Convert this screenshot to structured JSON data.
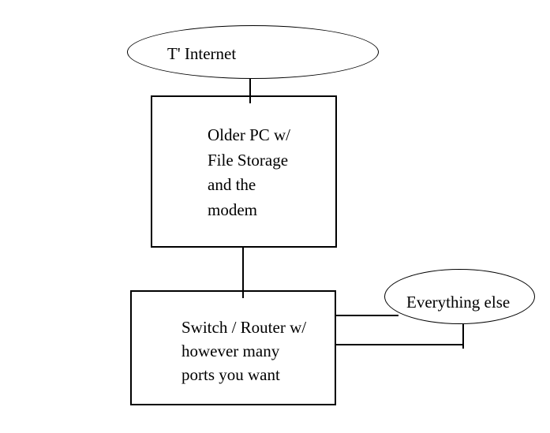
{
  "diagram": {
    "colors": {
      "background": "#ffffff",
      "stroke": "#000000",
      "text": "#000000"
    },
    "nodes": {
      "internet": {
        "shape": "ellipse",
        "label": "T' Internet"
      },
      "older_pc": {
        "shape": "rect",
        "lines": [
          "Older PC w/",
          "File Storage",
          "and the",
          "modem"
        ]
      },
      "switch_router": {
        "shape": "rect",
        "lines": [
          "Switch / Router w/",
          "however many",
          "ports you want"
        ]
      },
      "everything_else": {
        "shape": "ellipse",
        "label": "Everything else"
      }
    },
    "edges": [
      {
        "from": "internet",
        "to": "older_pc"
      },
      {
        "from": "older_pc",
        "to": "switch_router"
      },
      {
        "from": "switch_router",
        "to": "everything_else"
      },
      {
        "from": "switch_router",
        "to": "everything_else"
      }
    ]
  }
}
